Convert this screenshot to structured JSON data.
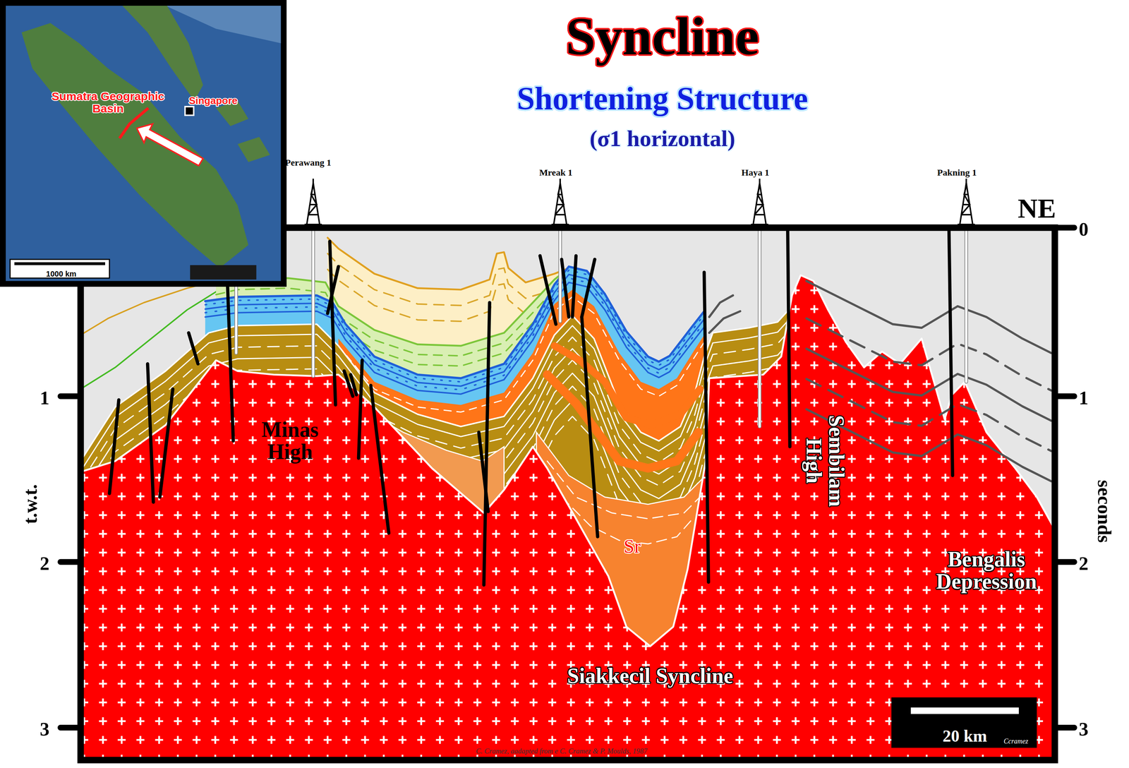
{
  "diagram": {
    "title": "Syncline",
    "caption": "C. Cramez, aadapted from e C. Cramez & P. Moulds, 1987",
    "labels": [
      "Shortening Structure",
      "(σ1 horizontal)",
      "Perawang 1",
      "Mreak 1",
      "Haya 1",
      "Pakning 1",
      "NE",
      "0",
      "1",
      "2",
      "3",
      "1",
      "2",
      "3",
      "t.w.t.",
      "seconds",
      "Minas High",
      "Sembilam High",
      "Sr",
      "Bengalis Depression",
      "Siakkecil Syncline",
      "20 km",
      "Ccramez",
      "Sumatra Geographic Basin",
      "Singapore",
      "1000 km"
    ]
  }
}
